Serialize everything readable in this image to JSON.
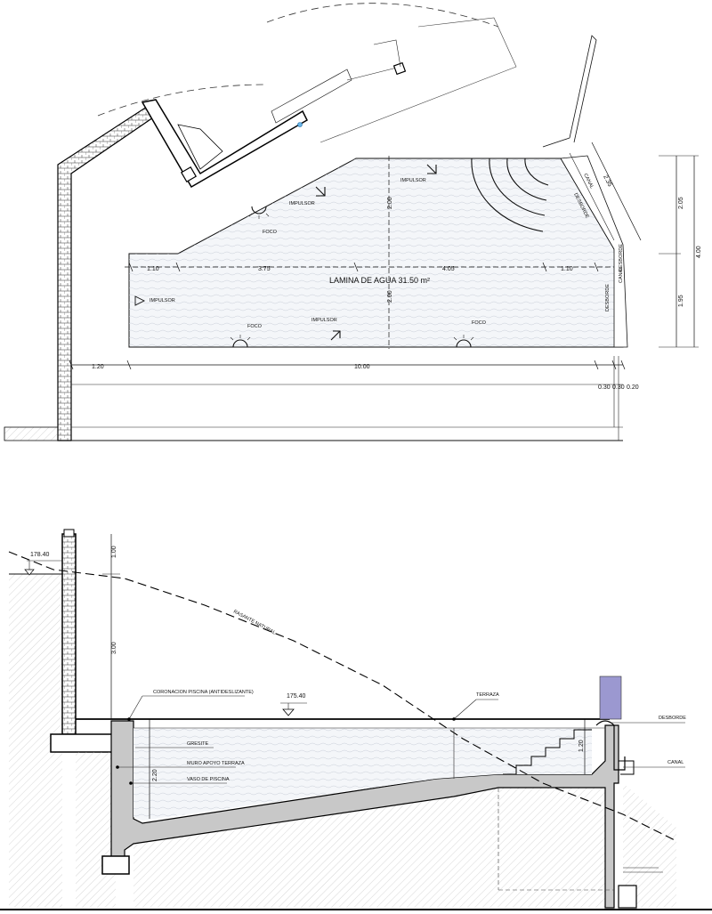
{
  "plan": {
    "title": "LAMINA DE AGUA 31.50 m²",
    "dims": {
      "d_110_left": "1.10",
      "d_375": "3.75",
      "d_405": "4.05",
      "d_110_right": "1.10",
      "d_120": "1.20",
      "d_1000": "10.00",
      "d_200_top": "2.00",
      "d_200_bot": "2.00",
      "d_235": "2.35",
      "d_205": "2.05",
      "d_400": "4.00",
      "d_195": "1.95",
      "d_030_1": "0.30",
      "d_030_2": "0.30",
      "d_020": "0.20"
    },
    "labels": {
      "impulsor_1": "IMPULSOR",
      "impulsor_2": "IMPULSOR",
      "impulsor_3": "IMPULSOR",
      "impulsor_4": "IMPULSOR",
      "foco_1": "FOCO",
      "foco_2": "FOCO",
      "foco_3": "FOCO",
      "canal_1": "CANAL",
      "desborde_1": "DESBORDE",
      "canal_2": "CANAL",
      "desborde_2": "DESBORDE",
      "desborde_3": "DESBORDE"
    }
  },
  "section": {
    "levels": {
      "top": "178.40",
      "water": "175.40"
    },
    "dims": {
      "d_100": "1.00",
      "d_300": "3.00",
      "d_220": "2.20",
      "d_120": "1.20"
    },
    "labels": {
      "rasante": "RASANTE NATURAL",
      "coronacion": "CORONACION PISCINA (ANTIDESLIZANTE)",
      "terraza": "TERRAZA",
      "gresite": "GRESITE",
      "muro": "MURO APOYO TERRAZA",
      "vaso": "VASO DE PISCINA",
      "desborde": "DESBORDE",
      "canal": "CANAL"
    }
  },
  "colors": {
    "water_fill": "#f4f6f9",
    "block": "#9b98d0",
    "line": "#111111"
  }
}
